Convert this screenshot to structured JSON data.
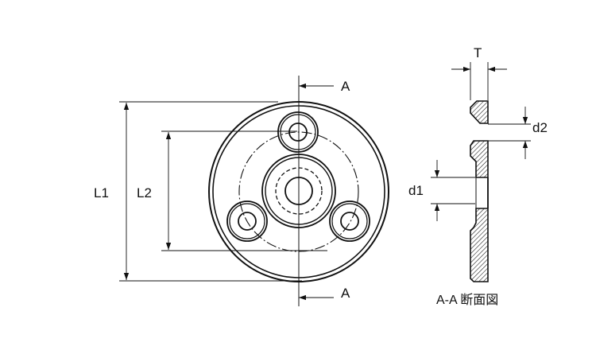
{
  "labels": {
    "L1": "L1",
    "L2": "L2",
    "A_top": "A",
    "A_bottom": "A",
    "T": "T",
    "d1": "d1",
    "d2": "d2"
  },
  "caption": "A-A 断面図",
  "colors": {
    "line": "#111111",
    "background": "#ffffff"
  }
}
